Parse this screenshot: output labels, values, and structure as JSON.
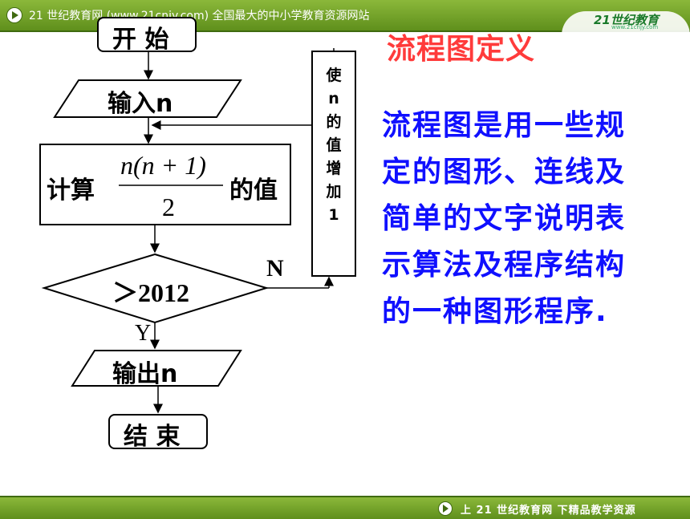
{
  "header": {
    "site_text": "21 世纪教育网 (www.21cnjy.com)  全国最大的中小学教育资源网站",
    "logo_text": "21世纪教育",
    "logo_url": "www.21cnjy.com"
  },
  "flowchart": {
    "start": "开 始",
    "input": "输入n",
    "calc_prefix": "计算",
    "numerator": "n(n + 1)",
    "denominator": "2",
    "calc_suffix": "的值",
    "condition": "＞2012",
    "no_label": "N",
    "yes_label": "Y",
    "output": "输出n",
    "end": "结 束",
    "loop_note": [
      "使",
      "n",
      "的",
      "值",
      "增",
      "加",
      "1"
    ]
  },
  "definition": {
    "title": "流程图定义",
    "text": "流程图是用一些规定的图形、连线及简单的文字说明表示算法及程序结构的一种图形程序."
  },
  "footer": {
    "slogan": "上 21 世纪教育网   下精品教学资源"
  },
  "colors": {
    "bar_green": "#6a9a24",
    "title_red": "#ff3b3b",
    "text_blue": "#1010ff"
  }
}
